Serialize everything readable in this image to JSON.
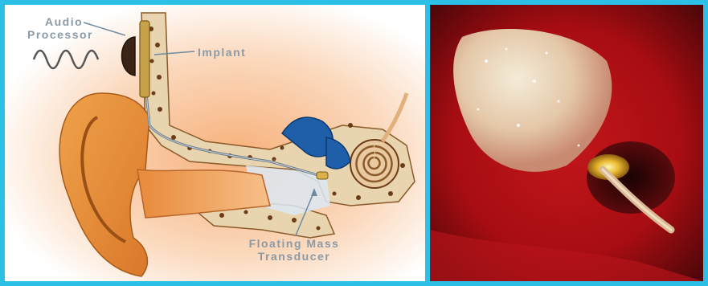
{
  "labels": {
    "audio_processor_line1": "Audio",
    "audio_processor_line2": "Processor",
    "implant": "Implant",
    "fmt_line1": "Floating Mass",
    "fmt_line2": "Transducer"
  }
}
